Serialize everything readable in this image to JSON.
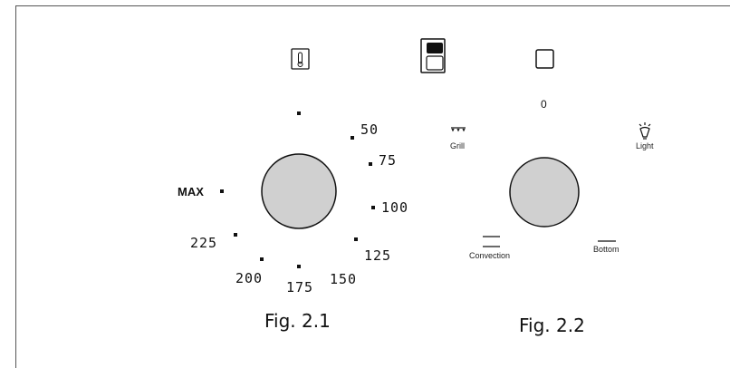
{
  "thermostat": {
    "icon": "thermometer-icon",
    "max_label": "MAX",
    "temperatures": [
      "50",
      "75",
      "100",
      "125",
      "150",
      "175",
      "200",
      "225"
    ]
  },
  "oven_light": {
    "icon": "oven-light-indicator-icon"
  },
  "selector": {
    "icon": "selector-square-icon",
    "zero_label": "0",
    "grill_label": "Grill",
    "light_label": "Light",
    "convection_label": "Convection",
    "bottom_label": "Bottom"
  },
  "figures": {
    "fig1": "Fig. 2.1",
    "fig2": "Fig. 2.2"
  }
}
